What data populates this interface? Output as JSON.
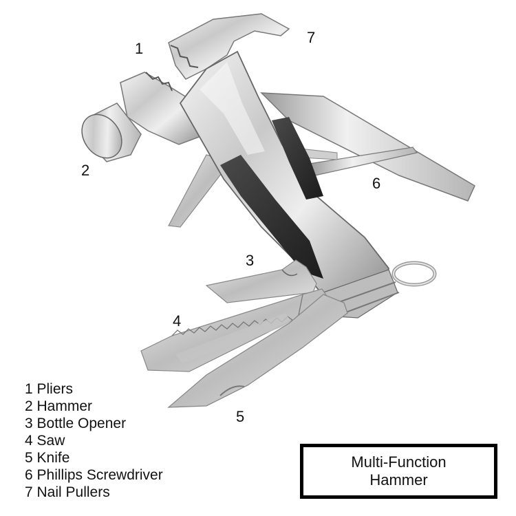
{
  "callouts": {
    "pliers": "1",
    "hammer": "2",
    "bottle_opener": "3",
    "saw": "4",
    "knife": "5",
    "phillips_screwdriver": "6",
    "nail_pullers": "7"
  },
  "legend": [
    "1 Pliers",
    "2 Hammer",
    "3 Bottle Opener",
    "4 Saw",
    "5 Knife",
    "6 Phillips Screwdriver",
    "7 Nail Pullers"
  ],
  "title": {
    "line1": "Multi-Function",
    "line2": "Hammer"
  }
}
